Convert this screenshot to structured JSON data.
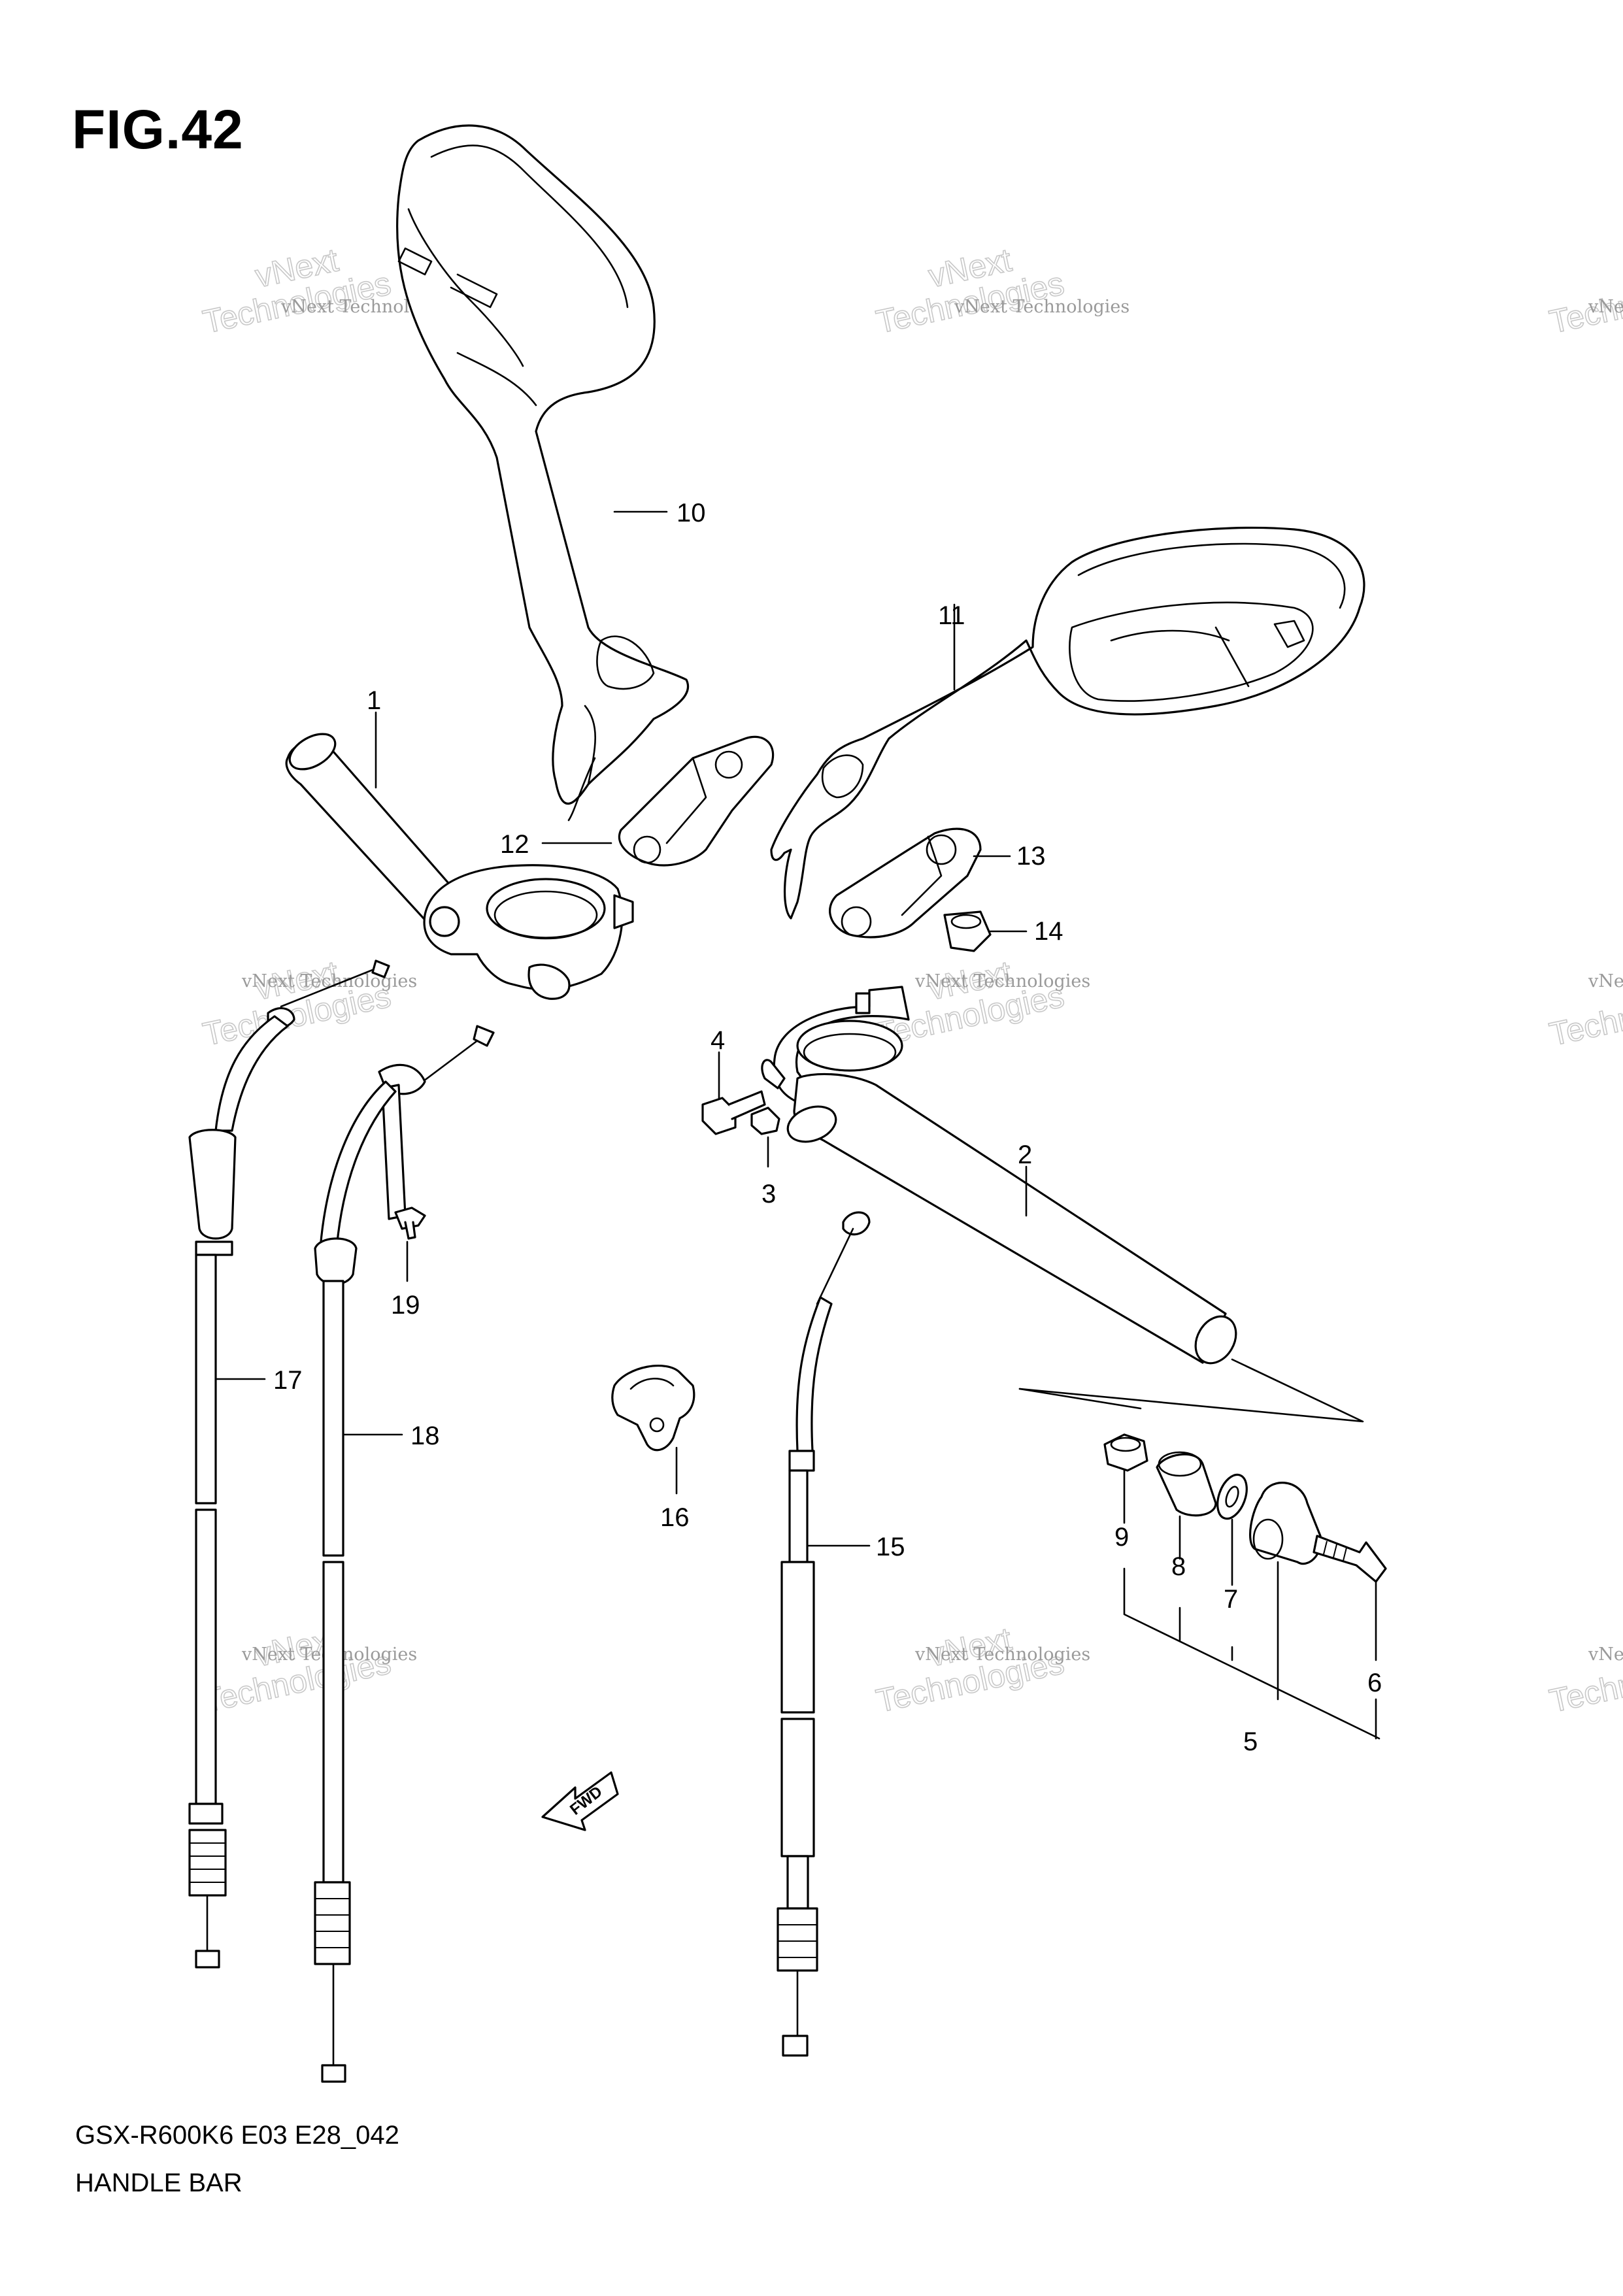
{
  "figure": {
    "title": "FIG.42",
    "model_code": "GSX-R600K6 E03 E28_042",
    "caption": "HANDLE BAR"
  },
  "watermark": {
    "line1": "vNext Technologies",
    "line2": "vNext",
    "line3": "Technologies"
  },
  "fwd_label": "FWD",
  "callouts": [
    "1",
    "2",
    "3",
    "4",
    "5",
    "6",
    "7",
    "8",
    "9",
    "10",
    "11",
    "12",
    "13",
    "14",
    "15",
    "16",
    "17",
    "18",
    "19"
  ]
}
